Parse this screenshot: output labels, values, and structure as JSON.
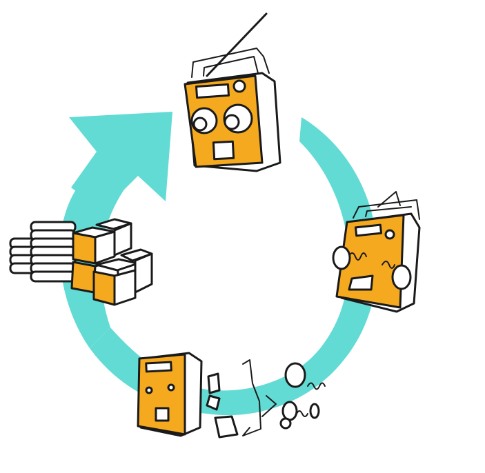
{
  "diagram": {
    "kind": "circular recycling process illustration",
    "stages": [
      {
        "id": "assembled-radio",
        "icon": "radio-icon"
      },
      {
        "id": "disassembling-radio",
        "icon": "radio-disassembling-icon"
      },
      {
        "id": "dismantled-radio-parts",
        "icon": "radio-parts-icon"
      },
      {
        "id": "stacked-raw-materials",
        "icon": "material-stack-icon"
      }
    ],
    "flow_direction": "clockwise"
  },
  "colors": {
    "cycle_arrow": "#62dbd5",
    "radio_body": "#f5a91f",
    "radio_case": "#ffffff",
    "outline": "#1a1a1a"
  }
}
